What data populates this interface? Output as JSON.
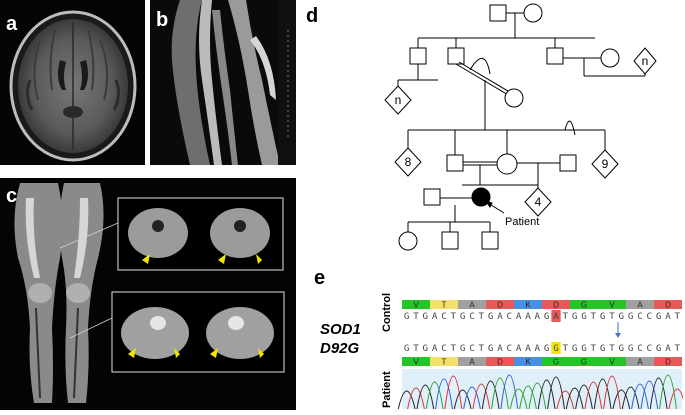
{
  "panels": {
    "a": "a",
    "b": "b",
    "c": "c",
    "d": "d",
    "e": "e"
  },
  "pedigree": {
    "patient_label": "Patient",
    "counts": {
      "n_left": "n",
      "n_right": "n",
      "eight": "8",
      "nine": "9",
      "four": "4"
    }
  },
  "sequencing": {
    "gene": "SOD1",
    "mutation": "D92G",
    "control_label": "Control",
    "patient_label": "Patient",
    "amino_acids": [
      "V",
      "T",
      "A",
      "D",
      "K",
      "D",
      "G",
      "V",
      "A",
      "D"
    ],
    "amino_colors": [
      "#27c427",
      "#f3e06b",
      "#a0a0a0",
      "#e85a5a",
      "#4a90e2",
      "#e85a5a",
      "#27c427",
      "#27c427",
      "#a0a0a0",
      "#e85a5a"
    ],
    "amino_colors_patient": [
      "#27c427",
      "#f3e06b",
      "#a0a0a0",
      "#e85a5a",
      "#4a90e2",
      "#27c427",
      "#27c427",
      "#27c427",
      "#a0a0a0",
      "#e85a5a"
    ],
    "control_seq": "GTGACTGCTGACAAAGATGGTGTGGCCGAT",
    "patient_seq": "GTGACTGCTGACAAAGGTGGTGTGGCCGAT",
    "highlight_index": 16,
    "control_highlight_base": "A",
    "patient_highlight_base": "G"
  },
  "colors": {
    "arrow_yellow": "#f2e600",
    "highlight_red": "#e85a5a",
    "highlight_yellow": "#f2e600"
  }
}
